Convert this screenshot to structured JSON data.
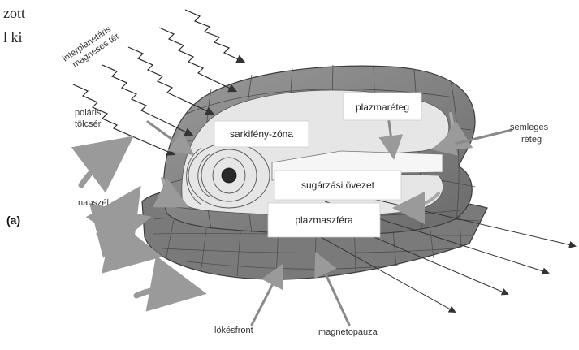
{
  "cropped_text": {
    "line1": "zott",
    "line2": "l  ki"
  },
  "panel_tag": "(a)",
  "labels": {
    "imf_line1": "interplanetáris",
    "imf_line2": "mágneses tér",
    "polar_funnel_line1": "poláris",
    "polar_funnel_line2": "tölcsér",
    "solar_wind": "napszél",
    "aurora_zone": "sarkifény-zóna",
    "plasma_sheet": "plazmaréteg",
    "neutral_sheet_line1": "semleges",
    "neutral_sheet_line2": "réteg",
    "radiation_belt": "sugárzási övezet",
    "plasmasphere": "plazmaszféra",
    "bow_shock": "lökésfront",
    "magnetopause": "magnetopauza"
  },
  "colors": {
    "shell_dark": "#6e6e6e",
    "shell_mid": "#8c8c8c",
    "shell_light": "#b4b4b4",
    "inner_light": "#e8e8e8",
    "arrow_gray": "#9a9a9a",
    "line_dark": "#444444",
    "box_bg": "#ffffff"
  }
}
